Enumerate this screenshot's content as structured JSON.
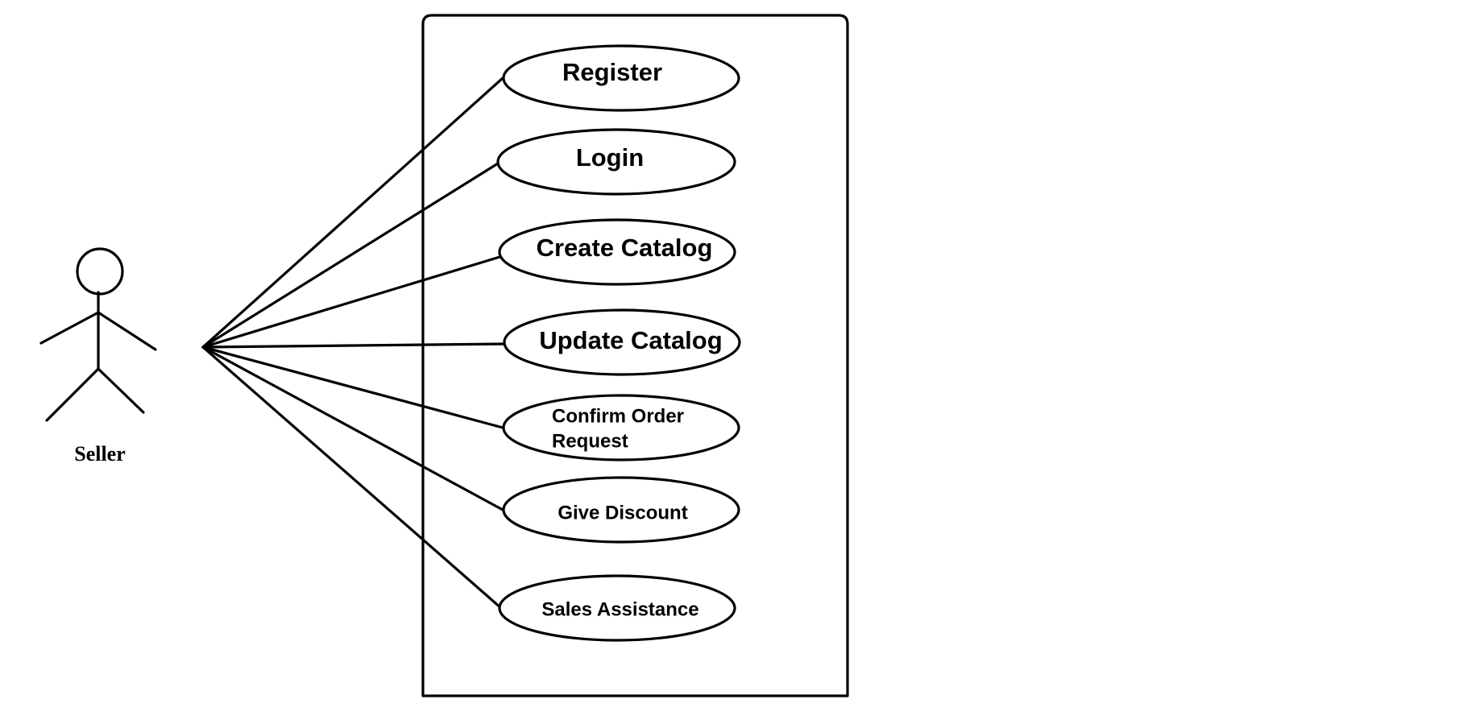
{
  "actor": {
    "name": "Seller"
  },
  "use_cases": [
    {
      "id": "register",
      "lines": [
        "Register"
      ]
    },
    {
      "id": "login",
      "lines": [
        "Login"
      ]
    },
    {
      "id": "create-catalog",
      "lines": [
        "Create Catalog"
      ]
    },
    {
      "id": "update-catalog",
      "lines": [
        "Update Catalog"
      ]
    },
    {
      "id": "confirm-order-request",
      "lines": [
        "Confirm Order",
        "Request"
      ]
    },
    {
      "id": "give-discount",
      "lines": [
        "Give Discount"
      ]
    },
    {
      "id": "sales-assistance",
      "lines": [
        "Sales Assistance"
      ]
    }
  ],
  "colors": {
    "stroke": "#000000",
    "background": "#ffffff"
  }
}
